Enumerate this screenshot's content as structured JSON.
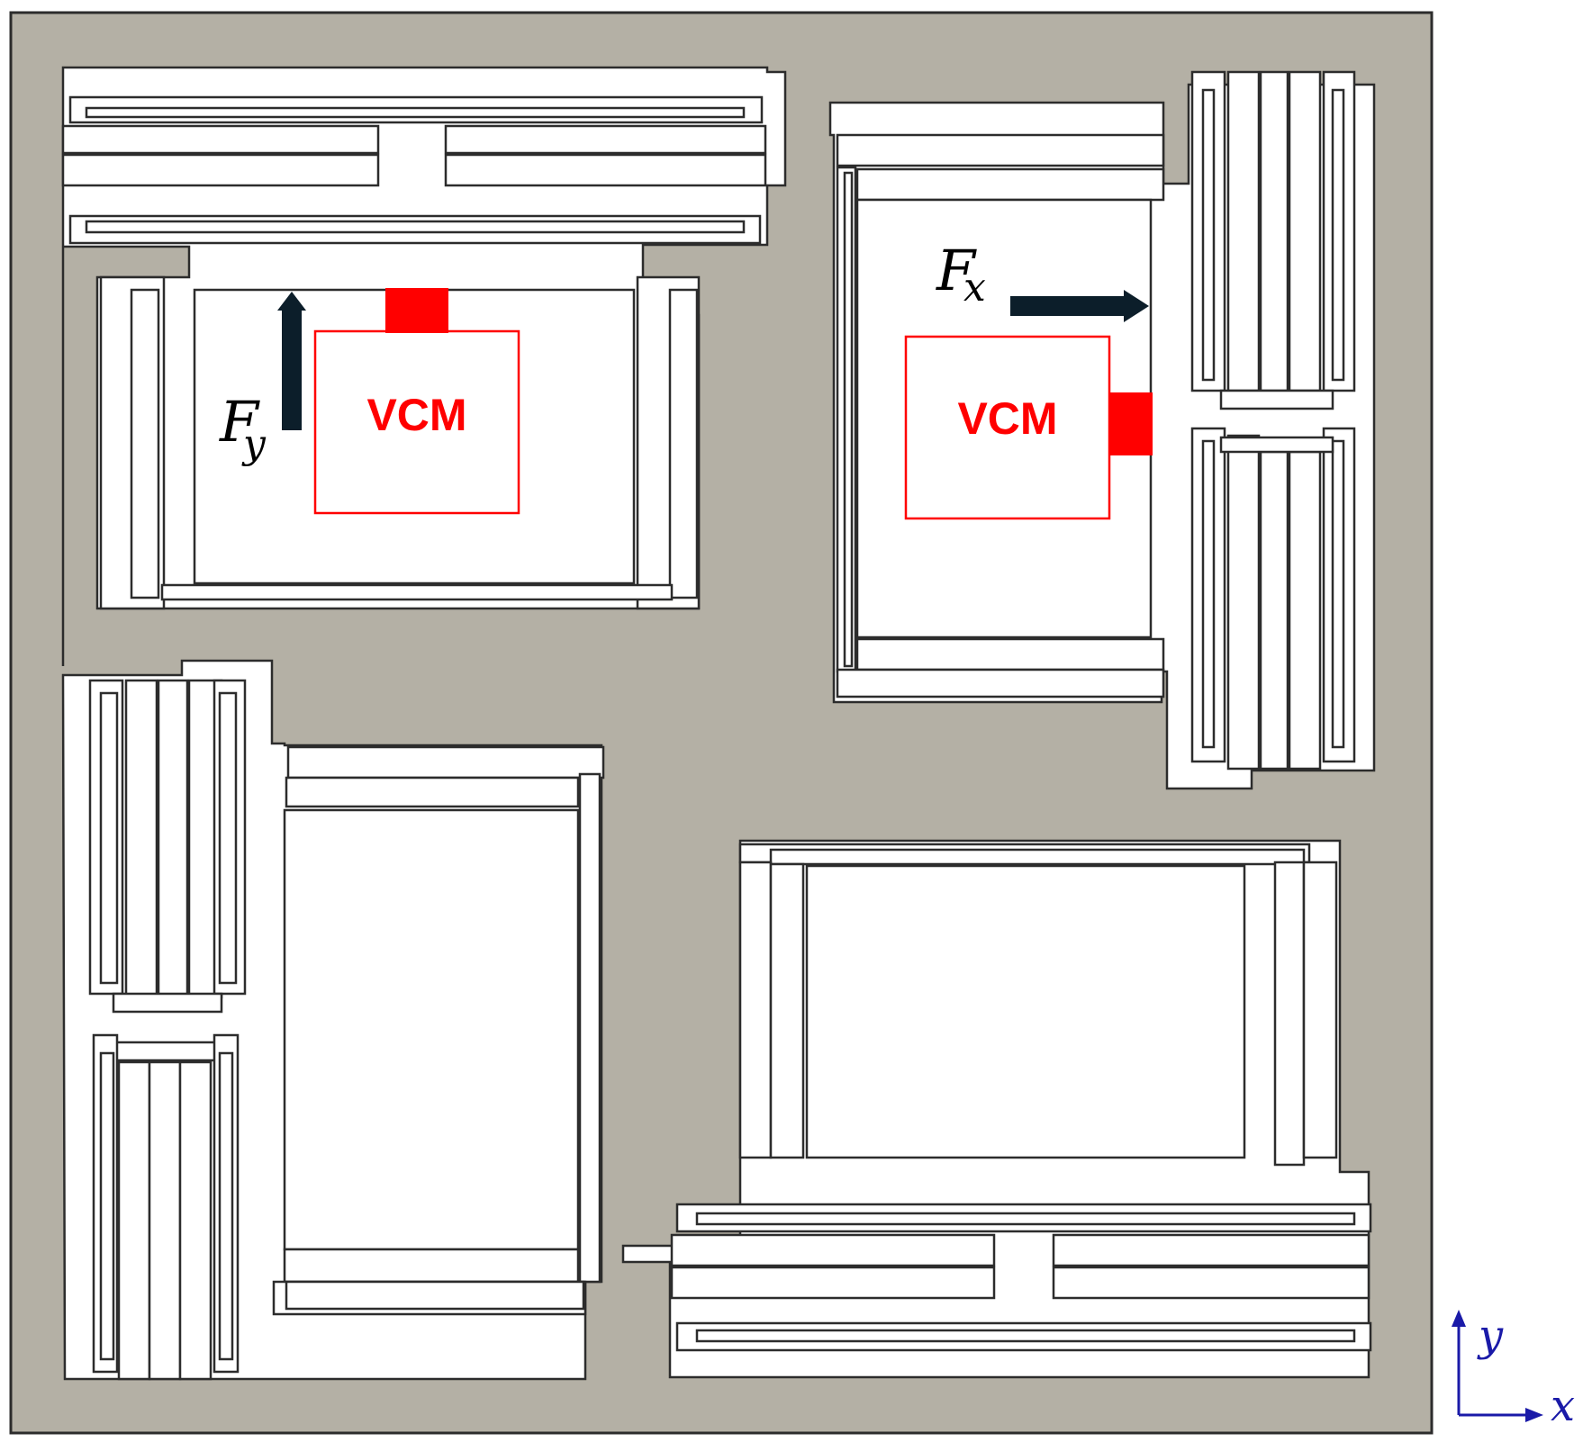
{
  "colors": {
    "frame": "#b4b0a5",
    "frame_stroke": "#2c2c2c",
    "slot": "#ffffff",
    "vcm": "#ff0000",
    "arrow": "#0c1e2a",
    "axis": "#1a1aa8"
  },
  "vcm_left": {
    "label": "VCM"
  },
  "vcm_right": {
    "label": "VCM"
  },
  "force_y": {
    "symbol": "F",
    "subscript": "y"
  },
  "force_x": {
    "symbol": "F",
    "subscript": "x"
  },
  "axes": {
    "y_label": "y",
    "x_label": "x"
  }
}
